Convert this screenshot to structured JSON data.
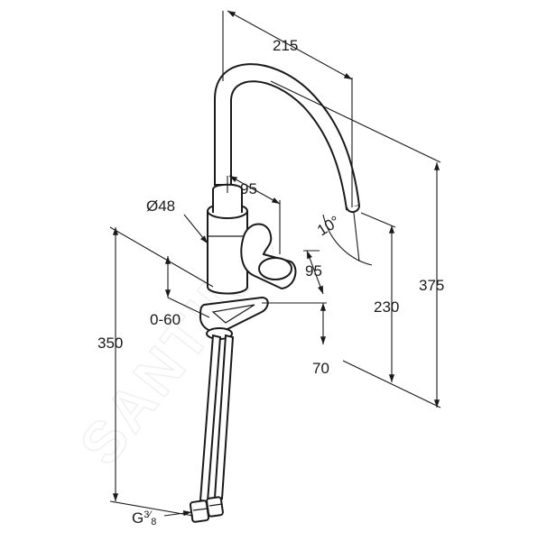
{
  "watermark": "SANTINO",
  "dimensions": {
    "top_width": "215",
    "body_diameter": "Ø48",
    "handle_offset": "95",
    "handle_depth": "95",
    "spout_angle": "10°",
    "total_height": "375",
    "spout_height": "230",
    "hose_length": "350",
    "deck_thickness": "0-60",
    "base_depth": "70",
    "thread_prefix": "G",
    "thread_num": "3",
    "thread_den": "8"
  }
}
